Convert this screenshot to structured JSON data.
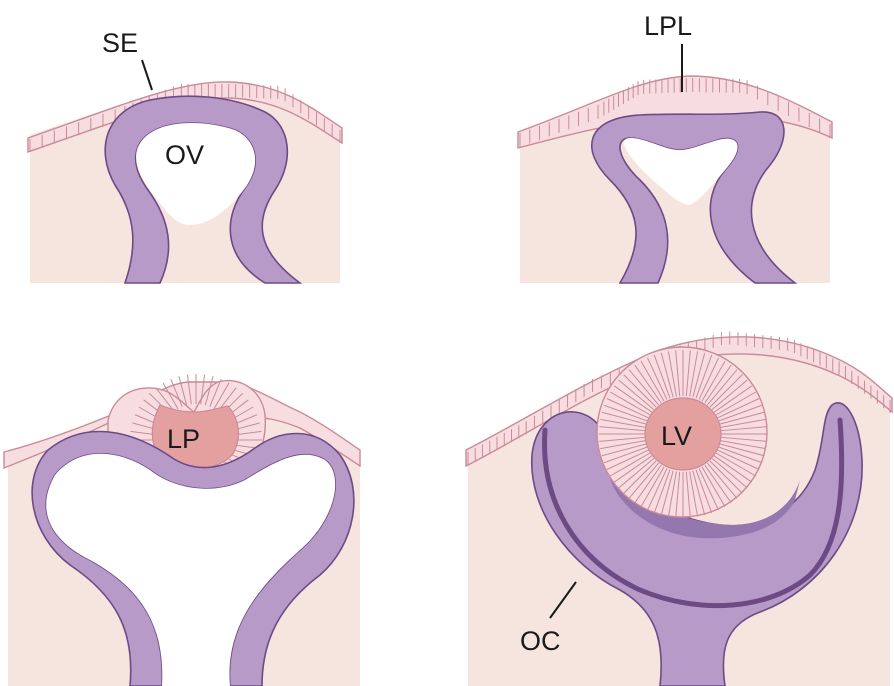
{
  "labels": {
    "se": "SE",
    "ov": "OV",
    "lpl": "LPL",
    "lp": "LP",
    "lv": "LV",
    "oc": "OC"
  },
  "colors": {
    "mesenchyme": "#f6e4de",
    "epithelium_fill": "#f7dde0",
    "epithelium_line": "#c98a9a",
    "neural": "#b89ac8",
    "neural_outline": "#6e4a85",
    "neural_dark": "#9477ae",
    "lens_pit": "#e3a09e",
    "lumen": "#ffffff",
    "text": "#1a1a1a"
  }
}
